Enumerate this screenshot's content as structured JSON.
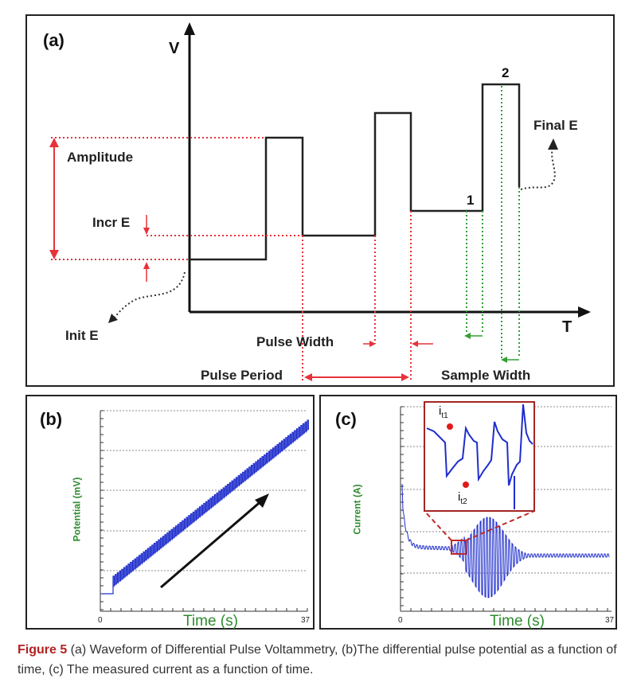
{
  "panel_a": {
    "label": "(a)",
    "v_axis": "V",
    "t_axis": "T",
    "amplitude": "Amplitude",
    "incr_e": "Incr E",
    "init_e": "Init E",
    "final_e": "Final E",
    "pulse_width": "Pulse Width",
    "pulse_period": "Pulse Period",
    "sample_width": "Sample Width",
    "point1": "1",
    "point2": "2"
  },
  "panel_b": {
    "label": "(b)",
    "ylabel": "Potential (mV)",
    "xlabel": "Time (s)",
    "x_min": "0",
    "x_max": "37"
  },
  "panel_c": {
    "label": "(c)",
    "ylabel": "Current (A)",
    "xlabel": "Time (s)",
    "x_min": "0",
    "x_max": "37",
    "it1_main": "i",
    "it1_sub": "t1",
    "it2_main": "i",
    "it2_sub": "t2"
  },
  "caption": {
    "fig": "Figure 5",
    "text": " (a) Waveform of Differential Pulse Voltammetry, (b)The differential pulse potential as a function of time, (c) The measured current as a function of time."
  },
  "colors": {
    "red": "#e8323a",
    "green": "#33a033",
    "blue": "#1f2ecc",
    "dark_red": "#b22222"
  }
}
